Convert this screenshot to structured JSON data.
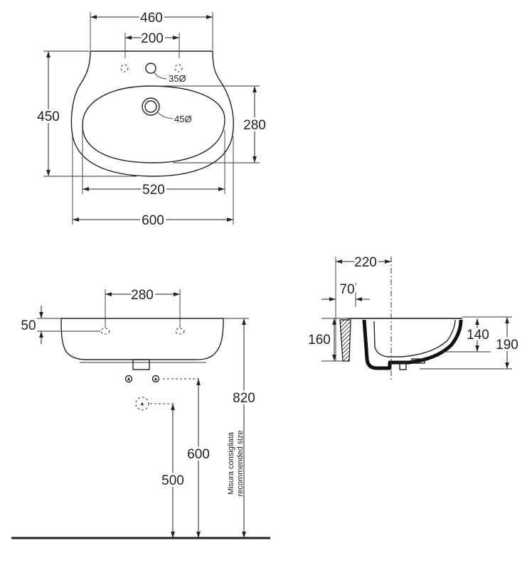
{
  "top_view": {
    "width_top": "460",
    "tap_spacing": "200",
    "tap_hole": "35Ø",
    "drain_hole": "45Ø",
    "depth": "450",
    "bowl_depth": "280",
    "bowl_width": "520",
    "overall_width": "600"
  },
  "front_view": {
    "hole_spacing": "280",
    "hole_height": "50",
    "top_height": "820",
    "supply_height": "600",
    "drain_height": "500",
    "note_line1": "Misura consigliata",
    "note_line2": "recommended size"
  },
  "side_view": {
    "projection": "220",
    "bracket": "70",
    "back_height": "160",
    "bowl_height": "140",
    "overall_height": "190"
  }
}
